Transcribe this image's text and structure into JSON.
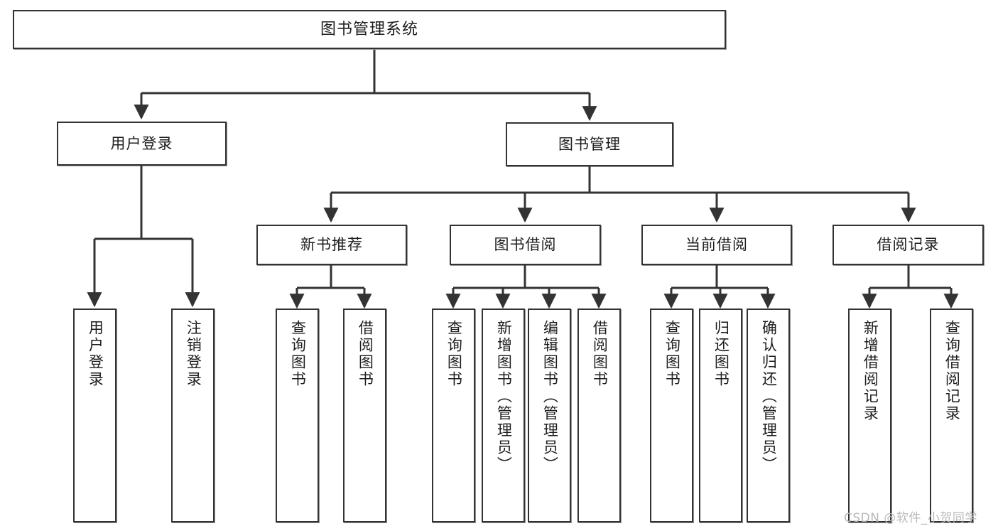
{
  "diagram": {
    "type": "tree-hierarchy",
    "title": "图书管理系统",
    "watermark": "CSDN @软件_小贺同学",
    "accent_color": "#333333",
    "background_color": "#ffffff",
    "nodes": {
      "root": {
        "label": "图书管理系统"
      },
      "level1": [
        {
          "label": "用户登录"
        },
        {
          "label": "图书管理"
        }
      ],
      "level2": [
        {
          "label": "新书推荐"
        },
        {
          "label": "图书借阅"
        },
        {
          "label": "当前借阅"
        },
        {
          "label": "借阅记录"
        }
      ],
      "leaves_user_login": [
        {
          "label": "用户登录"
        },
        {
          "label": "注销登录"
        }
      ],
      "leaves_new_book": [
        {
          "label": "查询图书"
        },
        {
          "label": "借阅图书"
        }
      ],
      "leaves_borrow": [
        {
          "label": "查询图书"
        },
        {
          "label": "新增图书（管理员）"
        },
        {
          "label": "编辑图书（管理员）"
        },
        {
          "label": "借阅图书"
        }
      ],
      "leaves_current": [
        {
          "label": "查询图书"
        },
        {
          "label": "归还图书"
        },
        {
          "label": "确认归还（管理员）"
        }
      ],
      "leaves_record": [
        {
          "label": "新增借阅记录"
        },
        {
          "label": "查询借阅记录"
        }
      ]
    }
  }
}
